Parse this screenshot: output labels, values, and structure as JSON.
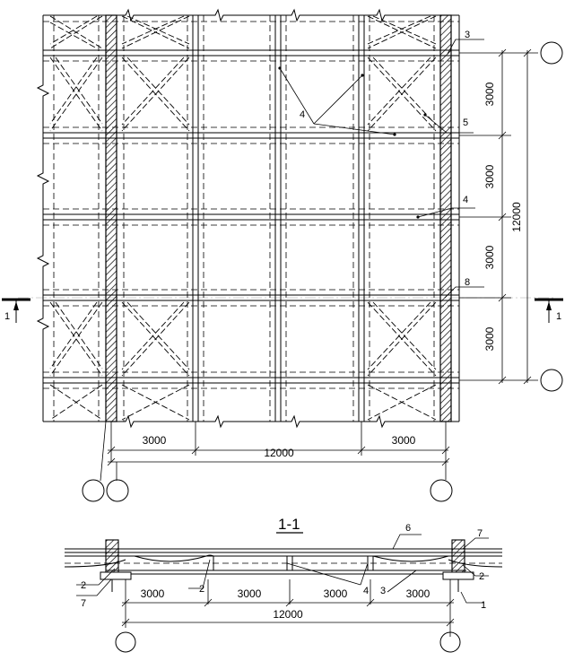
{
  "plan": {
    "callouts": {
      "c3": "3",
      "c4a": "4",
      "c5": "5",
      "c4b": "4",
      "c8": "8"
    },
    "right_dims": [
      "3000",
      "3000",
      "3000",
      "3000"
    ],
    "right_total": "12000",
    "bottom_dims": {
      "left": "3000",
      "total": "12000",
      "right": "3000"
    },
    "section_marks": {
      "left": "1",
      "right": "1"
    }
  },
  "section": {
    "title": "1-1",
    "callouts": {
      "c6": "6",
      "c7_top": "7",
      "c2_right": "2",
      "c2_left": "2",
      "c7_left": "7",
      "c2_mid": "2",
      "c4": "4",
      "c3": "3",
      "c1": "1"
    },
    "dims": [
      "3000",
      "3000",
      "3000",
      "3000"
    ],
    "total": "12000"
  }
}
